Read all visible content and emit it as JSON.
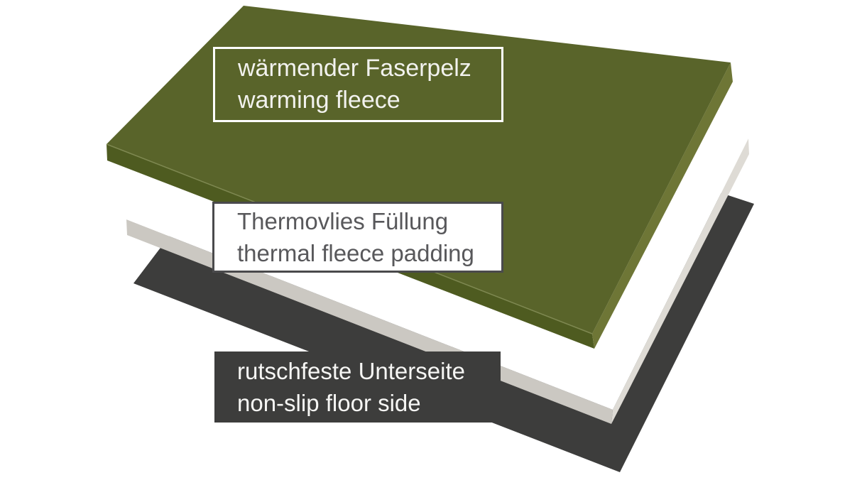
{
  "page": {
    "background": "#ffffff"
  },
  "layers": [
    {
      "name": "warming-fleece",
      "label": {
        "de": "wärmender Faserpelz",
        "en": "warming fleece"
      },
      "colors": {
        "top": "#59642a",
        "side_left": "#4e5b20",
        "side_right": "#6e7636",
        "ridge": "#7e8851"
      },
      "label_colors": {
        "background": "transparent",
        "border": "#ffffff",
        "text": "#f2f2ee"
      }
    },
    {
      "name": "thermal-fleece-padding",
      "label": {
        "de": "Thermovlies Füllung",
        "en": "thermal fleece padding"
      },
      "colors": {
        "top": "#ffffff",
        "side_left": "#cbc8c2",
        "side_right": "#dedbd5"
      },
      "label_colors": {
        "background": "#ffffff",
        "border": "#4a4a4c",
        "text": "#58585b"
      }
    },
    {
      "name": "non-slip-floor-side",
      "label": {
        "de": "rutschfeste Unterseite",
        "en": "non-slip floor side"
      },
      "colors": {
        "top": "#3d3d3c"
      },
      "label_colors": {
        "background": "#3d3d3c",
        "border": "transparent",
        "text": "#f6f6f4"
      }
    }
  ]
}
